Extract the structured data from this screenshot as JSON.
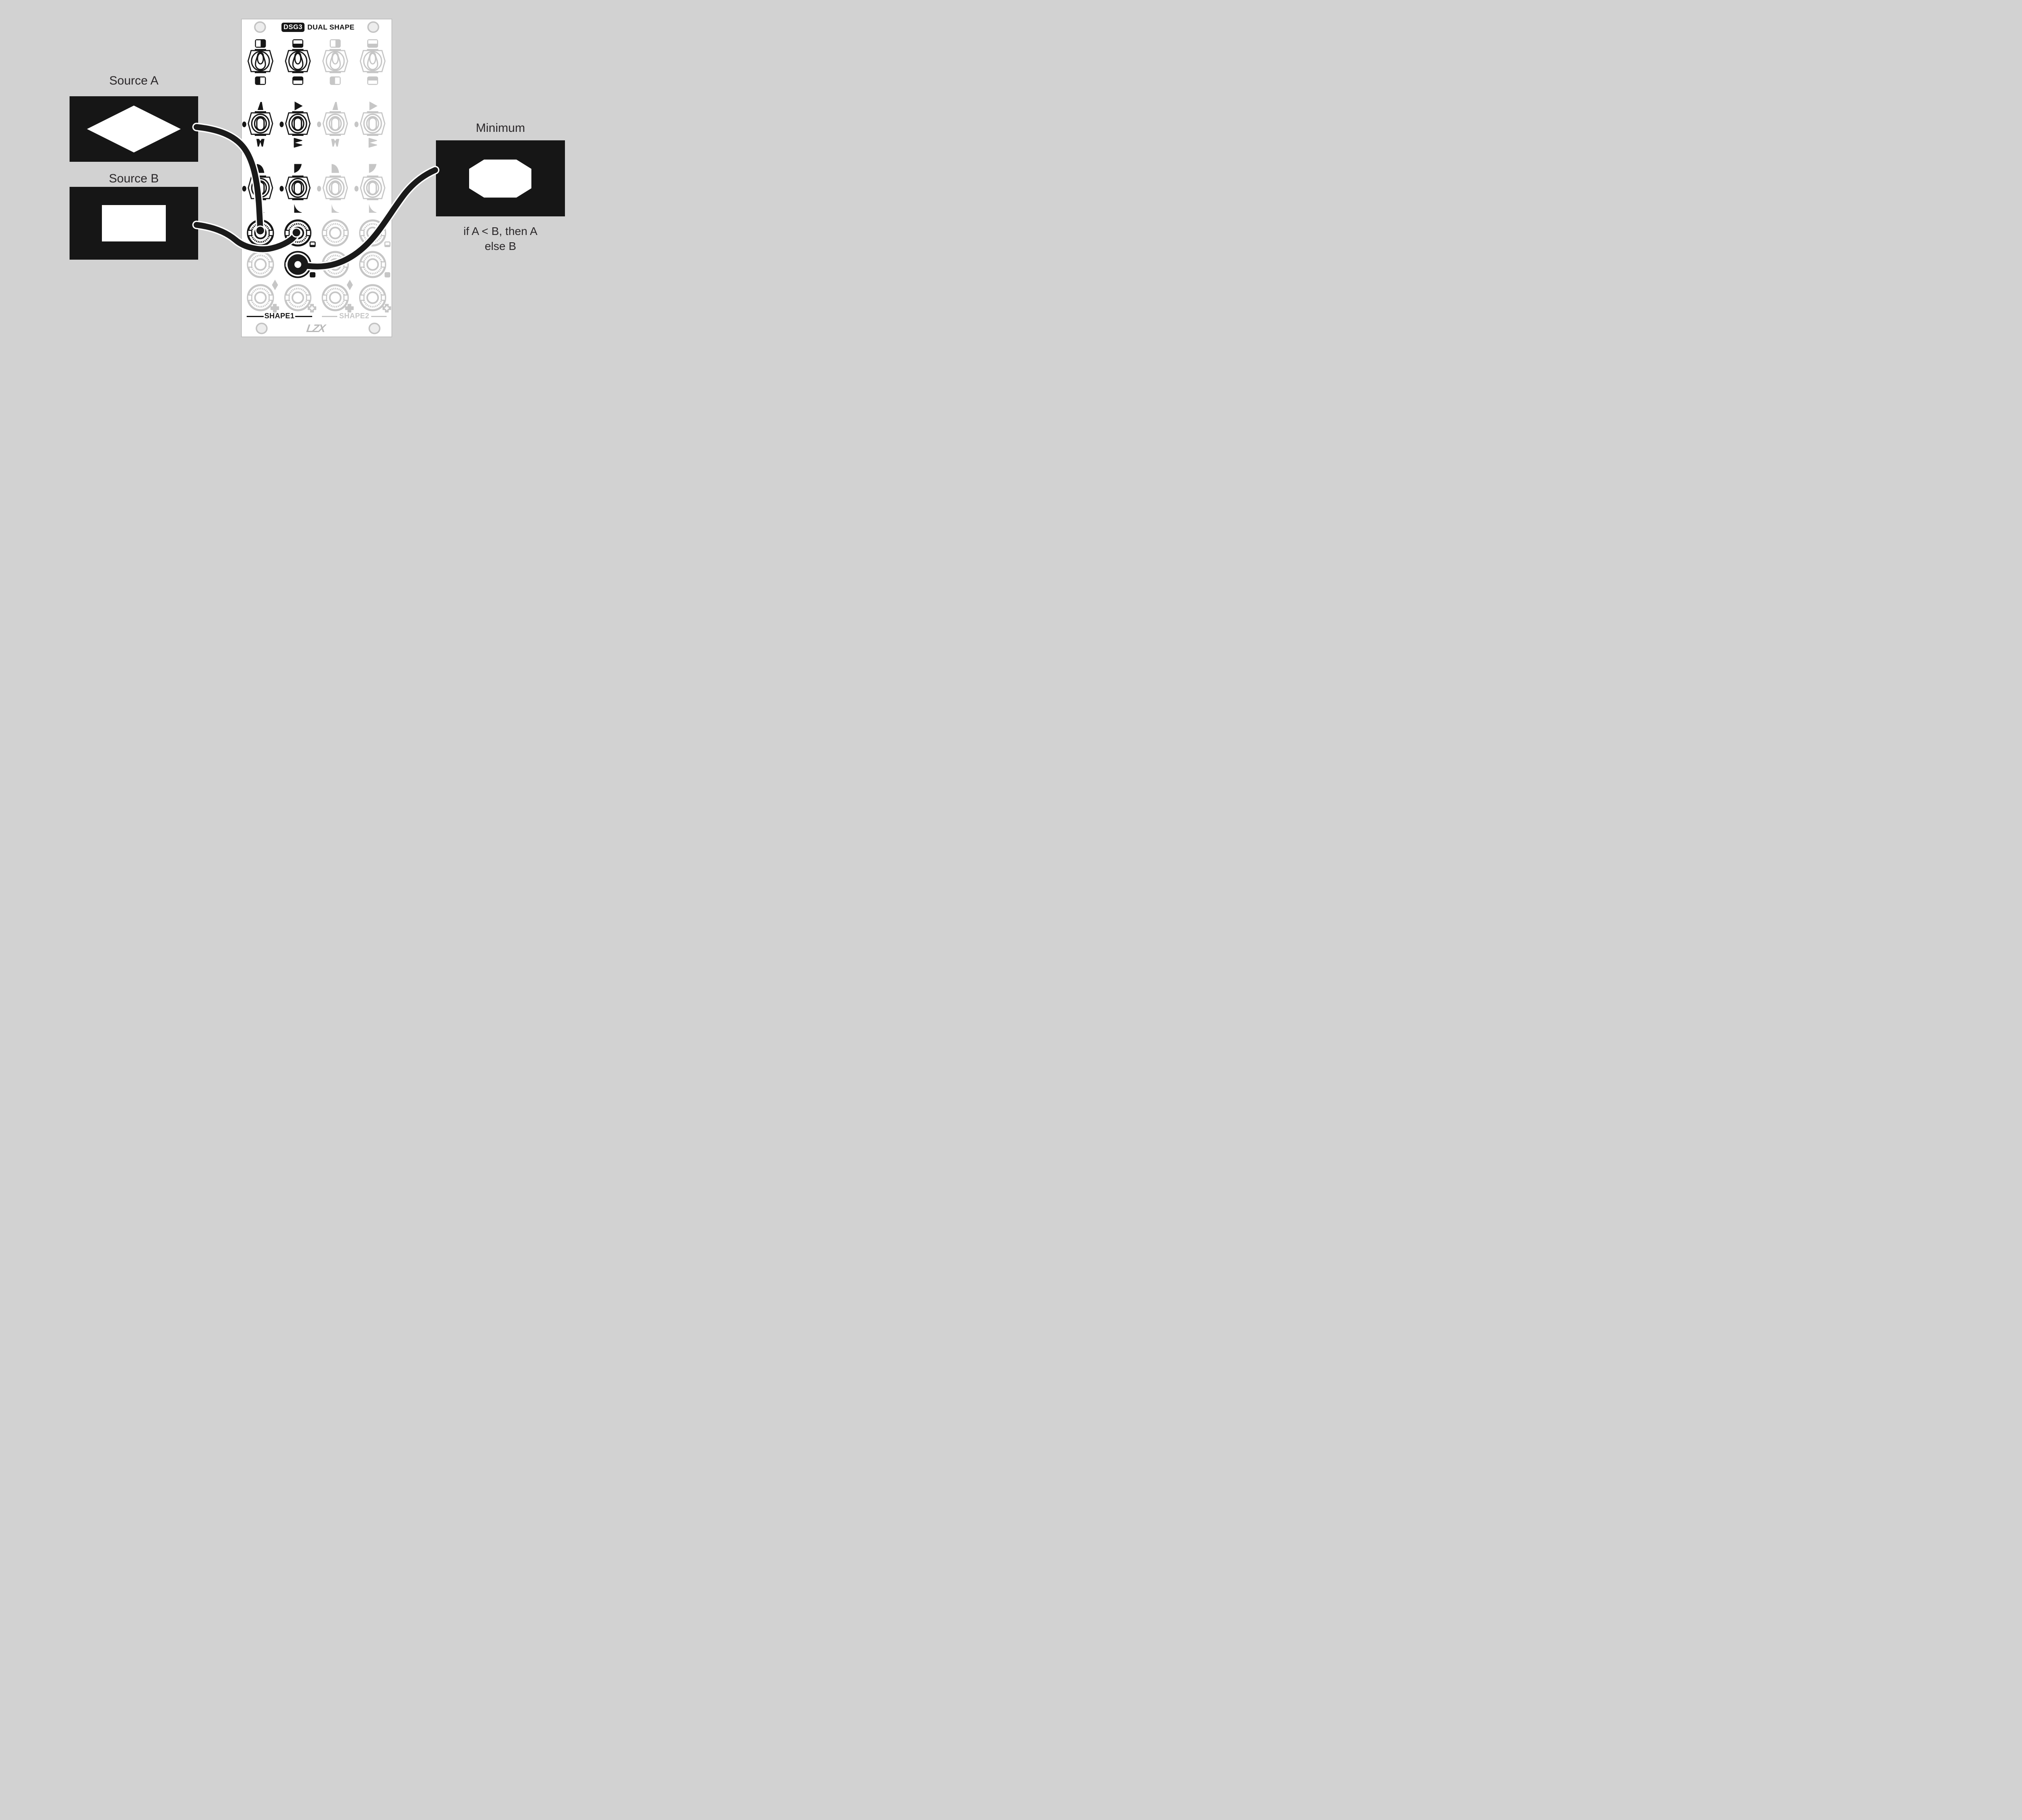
{
  "colors": {
    "background": "#d2d2d2",
    "panel": "#ffffff",
    "active": "#161616",
    "inactive": "#c6c6c6",
    "cable": "#1a1a1a"
  },
  "module": {
    "badge": "DSG3",
    "title": "DUAL SHAPE",
    "section1_label": "SHAPE1",
    "section2_label": "SHAPE2",
    "brand_logo": "LZX"
  },
  "source_a": {
    "label": "Source A"
  },
  "source_b": {
    "label": "Source B"
  },
  "output": {
    "label": "Minimum",
    "rule_line1": "if A < B, then A",
    "rule_line2": "else B"
  }
}
